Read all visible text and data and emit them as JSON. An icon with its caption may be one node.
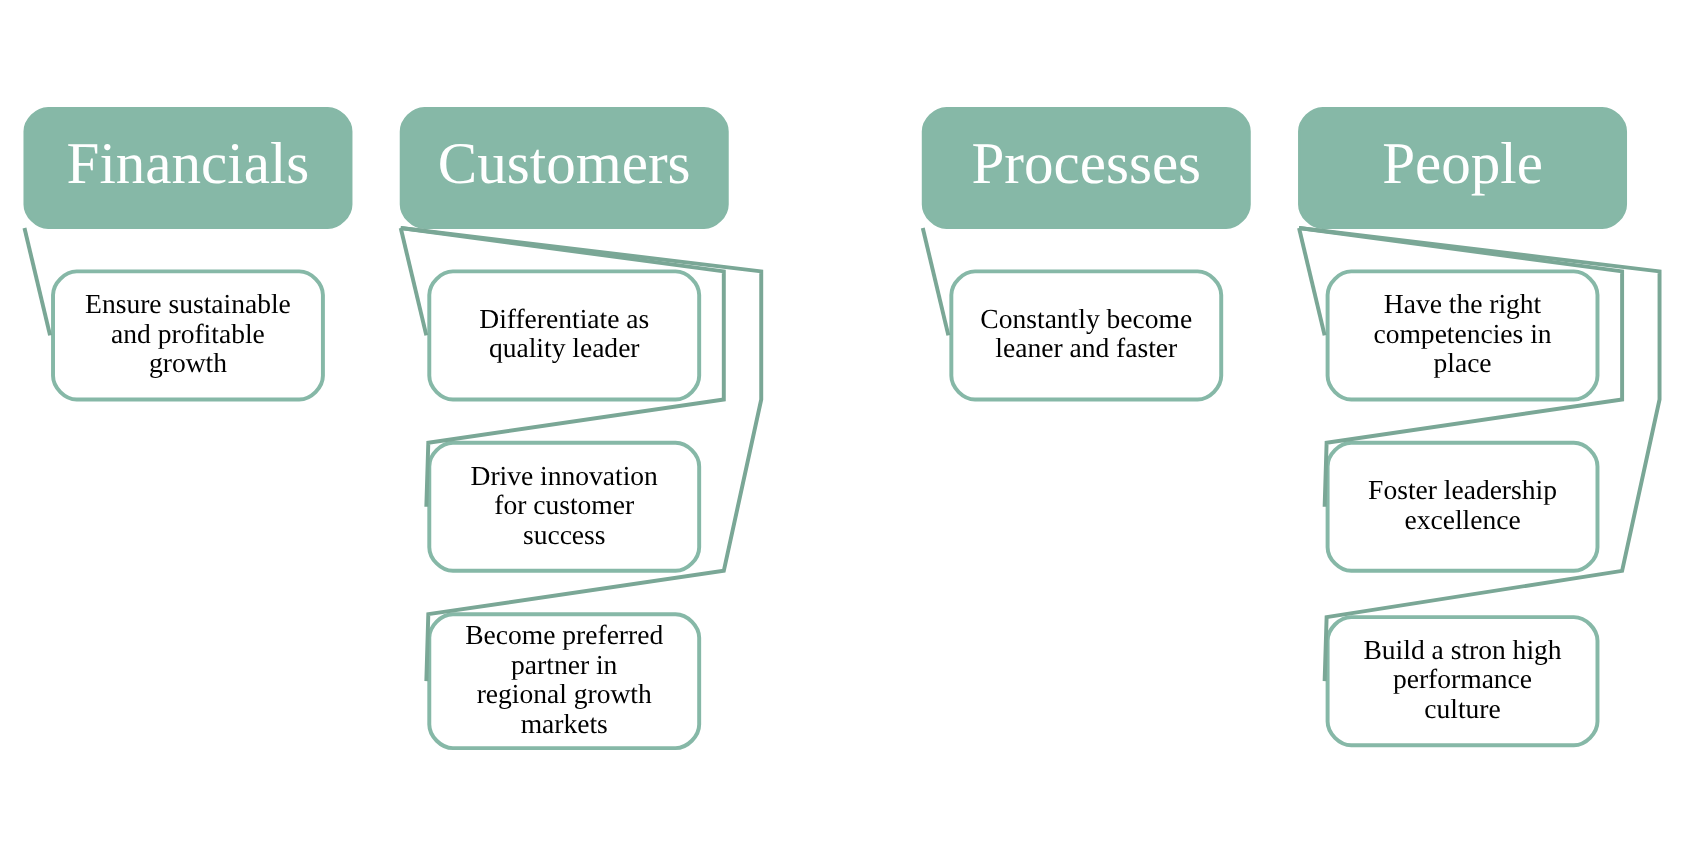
{
  "diagram": {
    "nodes": [
      {
        "text": [
          "Financials"
        ]
      },
      {
        "text": [
          "Ensure sustainable  and profitable growth"
        ]
      },
      {
        "text": [
          "Customers"
        ]
      },
      {
        "text": [
          "Differentiate as quality leader"
        ]
      },
      {
        "text": [
          "Drive innovation for customer success"
        ]
      },
      {
        "text": [
          "Become preferred partner in regional growth markets"
        ]
      },
      {
        "text": [
          "Processes"
        ]
      },
      {
        "text": [
          "Constantly become leaner and faster"
        ]
      },
      {
        "text": [
          "People"
        ]
      },
      {
        "text": [
          "Have the right competencies in place"
        ]
      },
      {
        "text": [
          "Foster leadership excellence"
        ]
      },
      {
        "text": [
          "Build a stron high performance culture"
        ]
      }
    ],
    "edges": [
      {
        "from": 0,
        "to": 1,
        "arrow": "none"
      },
      {
        "from": 2,
        "to": 3,
        "arrow": "none"
      },
      {
        "from": 2,
        "to": 4,
        "arrow": "none"
      },
      {
        "from": 2,
        "to": 5,
        "arrow": "none"
      },
      {
        "from": 6,
        "to": 7,
        "arrow": "none"
      },
      {
        "from": 8,
        "to": 9,
        "arrow": "none"
      },
      {
        "from": 8,
        "to": 10,
        "arrow": "none"
      },
      {
        "from": 8,
        "to": 11,
        "arrow": "none"
      }
    ]
  }
}
